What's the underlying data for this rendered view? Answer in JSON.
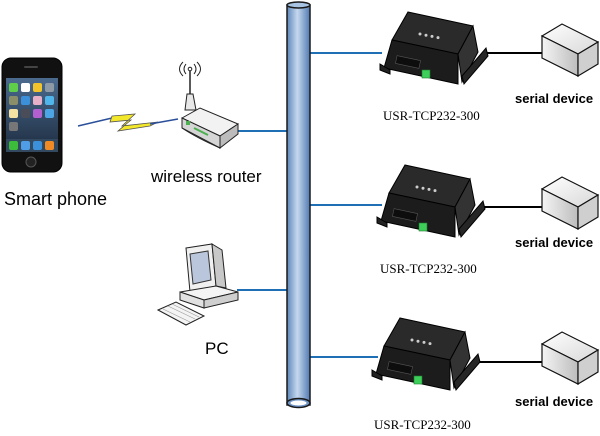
{
  "nodes": {
    "smartphone": {
      "label": "Smart phone"
    },
    "router": {
      "label": "wireless router"
    },
    "pc": {
      "label": "PC"
    },
    "converters": [
      {
        "label": "USR-TCP232-300"
      },
      {
        "label": "USR-TCP232-300"
      },
      {
        "label": "USR-TCP232-300"
      }
    ],
    "serial_devices": [
      {
        "label": "serial device"
      },
      {
        "label": "serial device"
      },
      {
        "label": "serial device"
      }
    ]
  },
  "colors": {
    "bus": "#8fb0d8",
    "link": "#1f6fb4",
    "serial_link": "#000000",
    "wireless_bolt": "#f2e72a"
  }
}
